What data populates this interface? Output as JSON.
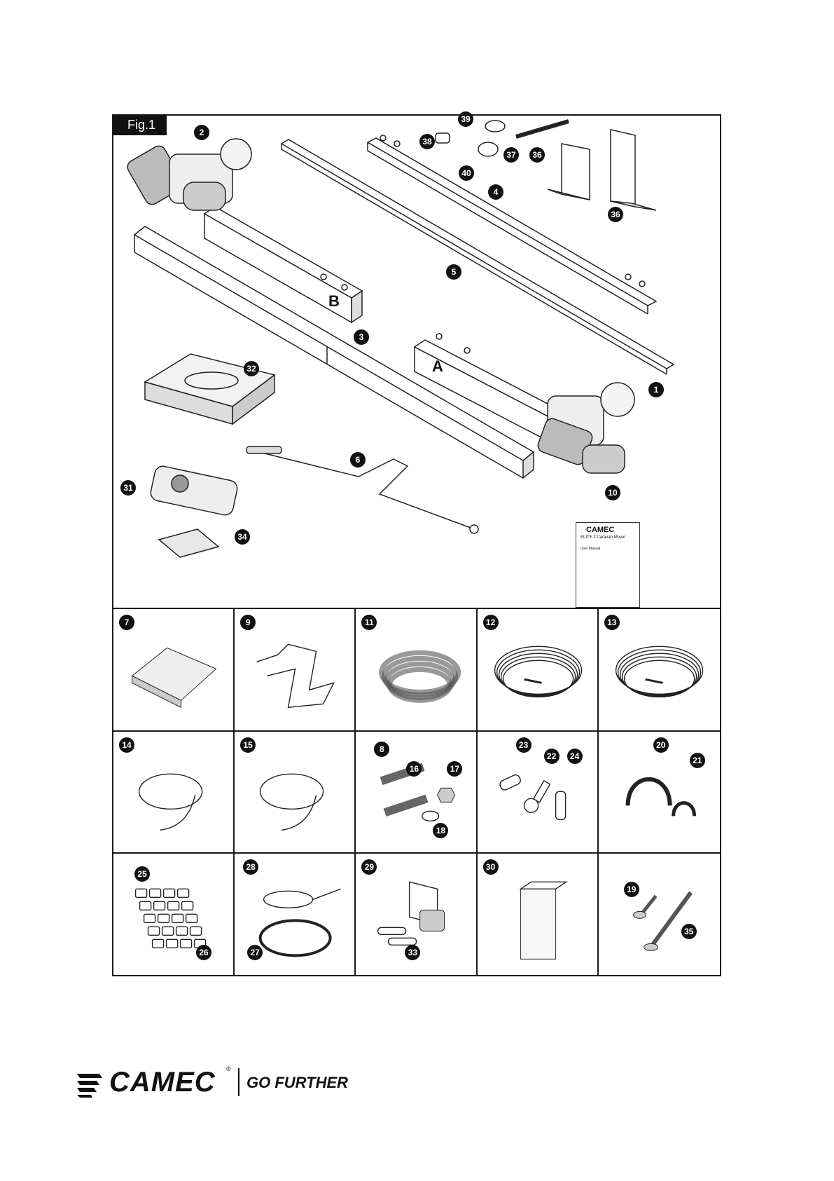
{
  "figure": {
    "label": "Fig.1"
  },
  "main_callouts": [
    "2",
    "39",
    "38",
    "37",
    "36",
    "40",
    "4",
    "36",
    "5",
    "5",
    "3",
    "32",
    "1",
    "6",
    "31",
    "10",
    "34"
  ],
  "tube_letters": {
    "a": "A",
    "b": "B"
  },
  "remote_brand": "CAMEC",
  "manual": {
    "brand": "CAMEC",
    "title": "ELITE 2 Caravan Mover",
    "subtitle": "User Manual"
  },
  "grid_cells": [
    {
      "callouts": [
        "7"
      ],
      "icon": "gear-housing-icon"
    },
    {
      "callouts": [
        "9"
      ],
      "icon": "bracket-icon"
    },
    {
      "callouts": [
        "11"
      ],
      "icon": "coiled-conduit-icon"
    },
    {
      "callouts": [
        "12"
      ],
      "icon": "cable-coil-icon"
    },
    {
      "callouts": [
        "13"
      ],
      "icon": "cable-coil-icon"
    },
    {
      "callouts": [
        "14"
      ],
      "icon": "wire-harness-icon"
    },
    {
      "callouts": [
        "15"
      ],
      "icon": "wire-harness-icon"
    },
    {
      "callouts": [
        "8",
        "16",
        "17",
        "18"
      ],
      "icon": "bolts-nut-washer-icon"
    },
    {
      "callouts": [
        "23",
        "22",
        "24"
      ],
      "icon": "terminal-lugs-icon"
    },
    {
      "callouts": [
        "20",
        "21"
      ],
      "icon": "cable-clamps-icon"
    },
    {
      "callouts": [
        "25",
        "26"
      ],
      "icon": "cable-markers-icon"
    },
    {
      "callouts": [
        "28",
        "27"
      ],
      "icon": "cable-ties-icon"
    },
    {
      "callouts": [
        "29",
        "33"
      ],
      "icon": "isolator-switch-icon"
    },
    {
      "callouts": [
        "30"
      ],
      "icon": "square-tube-icon"
    },
    {
      "callouts": [
        "19",
        "35"
      ],
      "icon": "screws-icon"
    }
  ],
  "footer": {
    "brand": "CAMEC",
    "registered": "®",
    "tagline": "GO FURTHER"
  }
}
